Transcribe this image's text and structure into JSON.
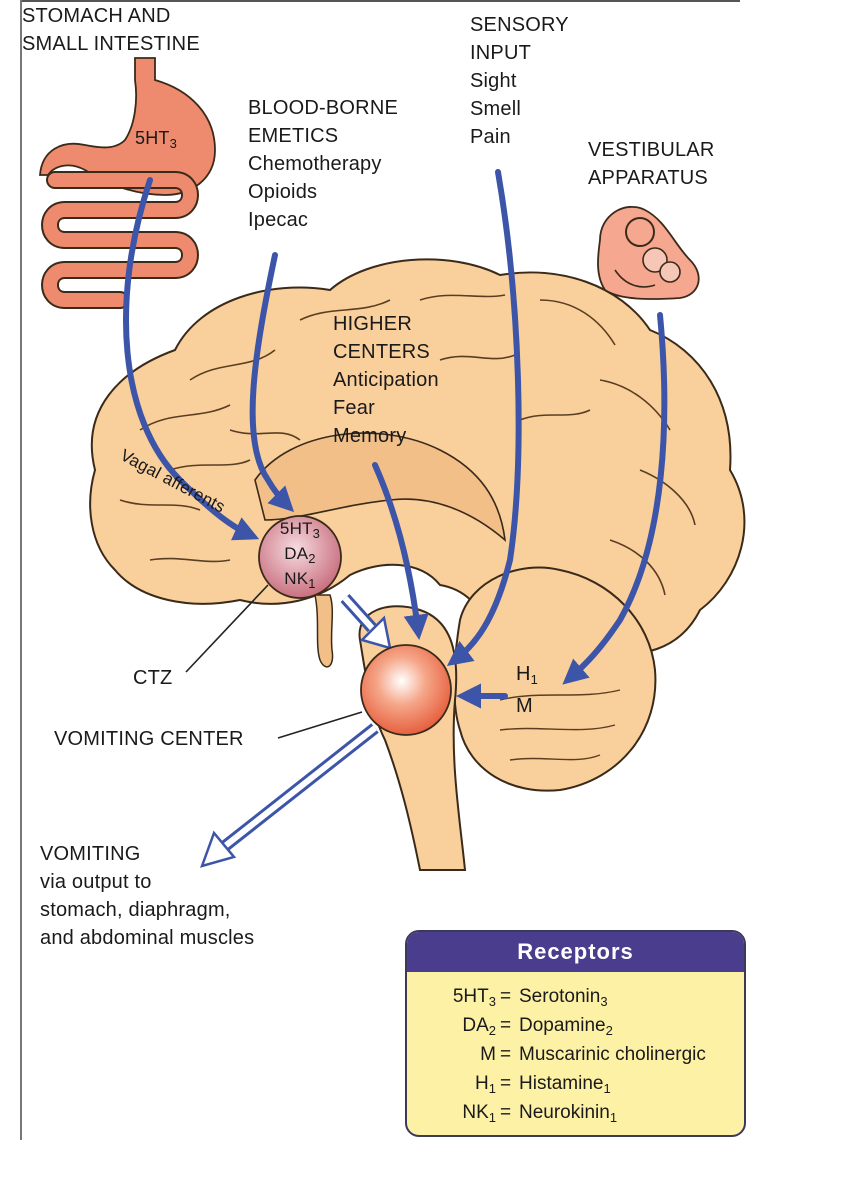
{
  "labels": {
    "stomach": [
      "STOMACH AND",
      "SMALL INTESTINE"
    ],
    "stomach_receptor": {
      "base": "5HT",
      "sub": "3"
    },
    "blood_borne": [
      "BLOOD-BORNE",
      "EMETICS",
      "Chemotherapy",
      "Opioids",
      "Ipecac"
    ],
    "sensory": [
      "SENSORY",
      "INPUT",
      "Sight",
      "Smell",
      "Pain"
    ],
    "vestibular": [
      "VESTIBULAR",
      "APPARATUS"
    ],
    "higher_centers": [
      "HIGHER",
      "CENTERS",
      "Anticipation",
      "Fear",
      "Memory"
    ],
    "vagal": "Vagal afferents",
    "ctz_receptors": [
      {
        "base": "5HT",
        "sub": "3"
      },
      {
        "base": "DA",
        "sub": "2"
      },
      {
        "base": "NK",
        "sub": "1"
      }
    ],
    "ctz": "CTZ",
    "vomiting_center": "VOMITING CENTER",
    "h1_m": [
      {
        "base": "H",
        "sub": "1"
      },
      {
        "base": "M",
        "sub": ""
      }
    ],
    "vomiting": [
      "VOMITING",
      "via output to",
      "stomach, diaphragm,",
      "and abdominal muscles"
    ]
  },
  "legend": {
    "title": "Receptors",
    "rows": [
      {
        "abbr": "5HT",
        "abbr_sub": "3",
        "eq": "=",
        "full": "Serotonin",
        "full_sub": "3"
      },
      {
        "abbr": "DA",
        "abbr_sub": "2",
        "eq": "=",
        "full": "Dopamine",
        "full_sub": "2"
      },
      {
        "abbr": "M",
        "abbr_sub": "",
        "eq": "=",
        "full": "Muscarinic cholinergic",
        "full_sub": ""
      },
      {
        "abbr": "H",
        "abbr_sub": "1",
        "eq": "=",
        "full": "Histamine",
        "full_sub": "1"
      },
      {
        "abbr": "NK",
        "abbr_sub": "1",
        "eq": "=",
        "full": "Neurokinin",
        "full_sub": "1"
      }
    ]
  },
  "colors": {
    "brain_fill": "#f9cf9c",
    "brain_stroke": "#3a2a1a",
    "arrow_blue": "#3d55a8",
    "stomach_fill": "#ee8a6d",
    "ctz_fill": "#d98f9c",
    "vomiting_center_fill": "#f08a6a",
    "legend_header": "#4b3d8e",
    "legend_bg": "#fdf1a6"
  }
}
